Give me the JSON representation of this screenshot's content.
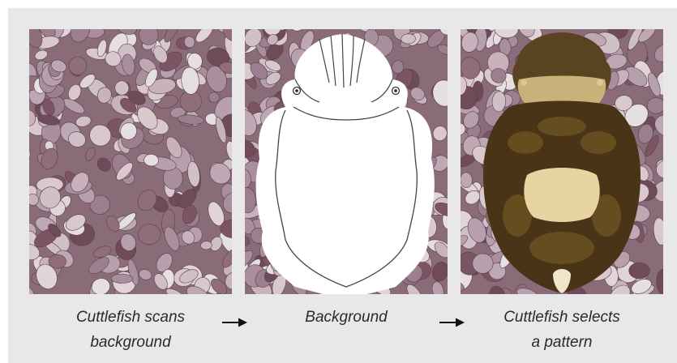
{
  "colors": {
    "frame": "#e8e8e8",
    "caption_text": "#2a2a2a",
    "arrow": "#111111",
    "pebble_palette": [
      "#b7a0ad",
      "#d9c8cc",
      "#8f6e7a",
      "#c8b2bc",
      "#e6dfe0",
      "#7c5565",
      "#a98f9e",
      "#cfc0c8",
      "#9b7f8f",
      "#e0d4d8",
      "#6f4a58",
      "#bda8b4"
    ],
    "cuttlefish_body": "#4a3418",
    "cuttlefish_mottle": "#6b5222",
    "cuttlefish_patch": "#e8d4a0"
  },
  "panels": [
    {
      "id": "pebbles",
      "icon": "pebble-background-image"
    },
    {
      "id": "outline",
      "icon": "cuttlefish-outline-icon"
    },
    {
      "id": "camouflaged",
      "icon": "camouflaged-cuttlefish-image"
    }
  ],
  "captions": {
    "step1": {
      "line1": "Cuttlefish scans",
      "line2": "background"
    },
    "step2": {
      "line1": "Background"
    },
    "step3": {
      "line1": "Cuttlefish selects",
      "line2": "a pattern"
    }
  },
  "arrows": [
    "right-arrow-icon",
    "right-arrow-icon"
  ]
}
